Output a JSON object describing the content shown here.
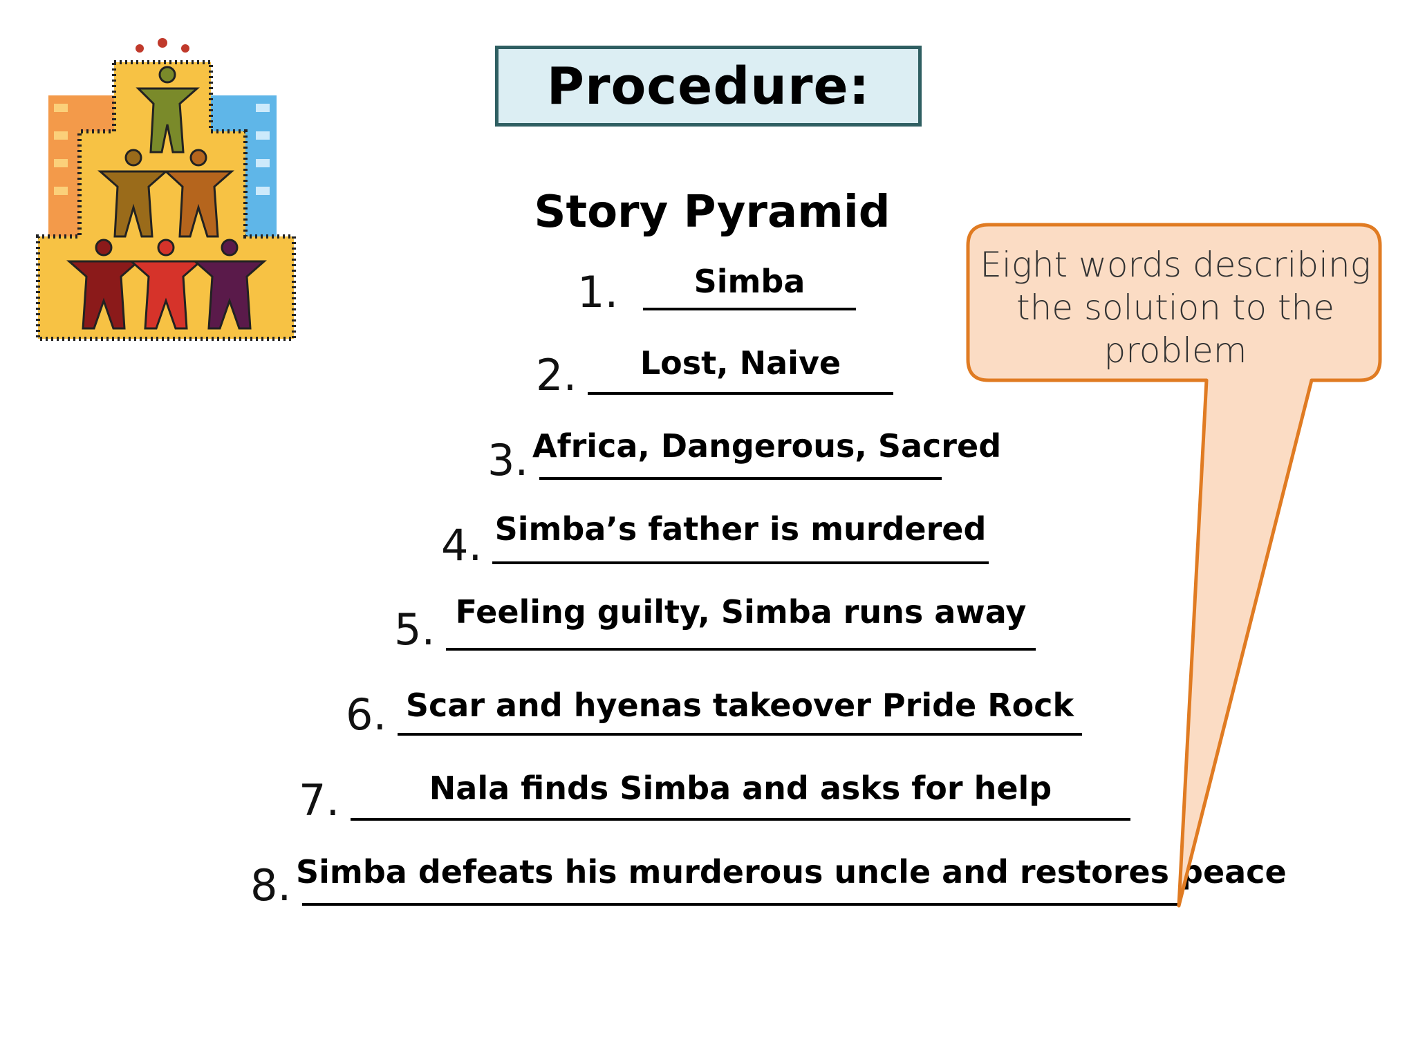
{
  "title": "Procedure:",
  "subtitle": "Story Pyramid",
  "items": [
    {
      "number": "1.",
      "answer": "Simba"
    },
    {
      "number": "2.",
      "answer": "Lost, Naive"
    },
    {
      "number": "3.",
      "answer": "Africa, Dangerous, Sacred"
    },
    {
      "number": "4.",
      "answer": "Simba’s father is murdered"
    },
    {
      "number": "5.",
      "answer": "Feeling guilty, Simba runs away"
    },
    {
      "number": "6.",
      "answer": "Scar and hyenas takeover Pride Rock"
    },
    {
      "number": "7.",
      "answer": "Nala finds Simba and asks for help"
    },
    {
      "number": "8.",
      "answer": "Simba defeats his murderous uncle and restores peace"
    }
  ],
  "callout": {
    "text": "Eight words describing the solution to the problem",
    "fill_color": "#fbdcc4",
    "border_color": "#e07b22"
  },
  "colors": {
    "title_box_border": "#2f5f62",
    "title_box_fill": "#dceef3"
  }
}
